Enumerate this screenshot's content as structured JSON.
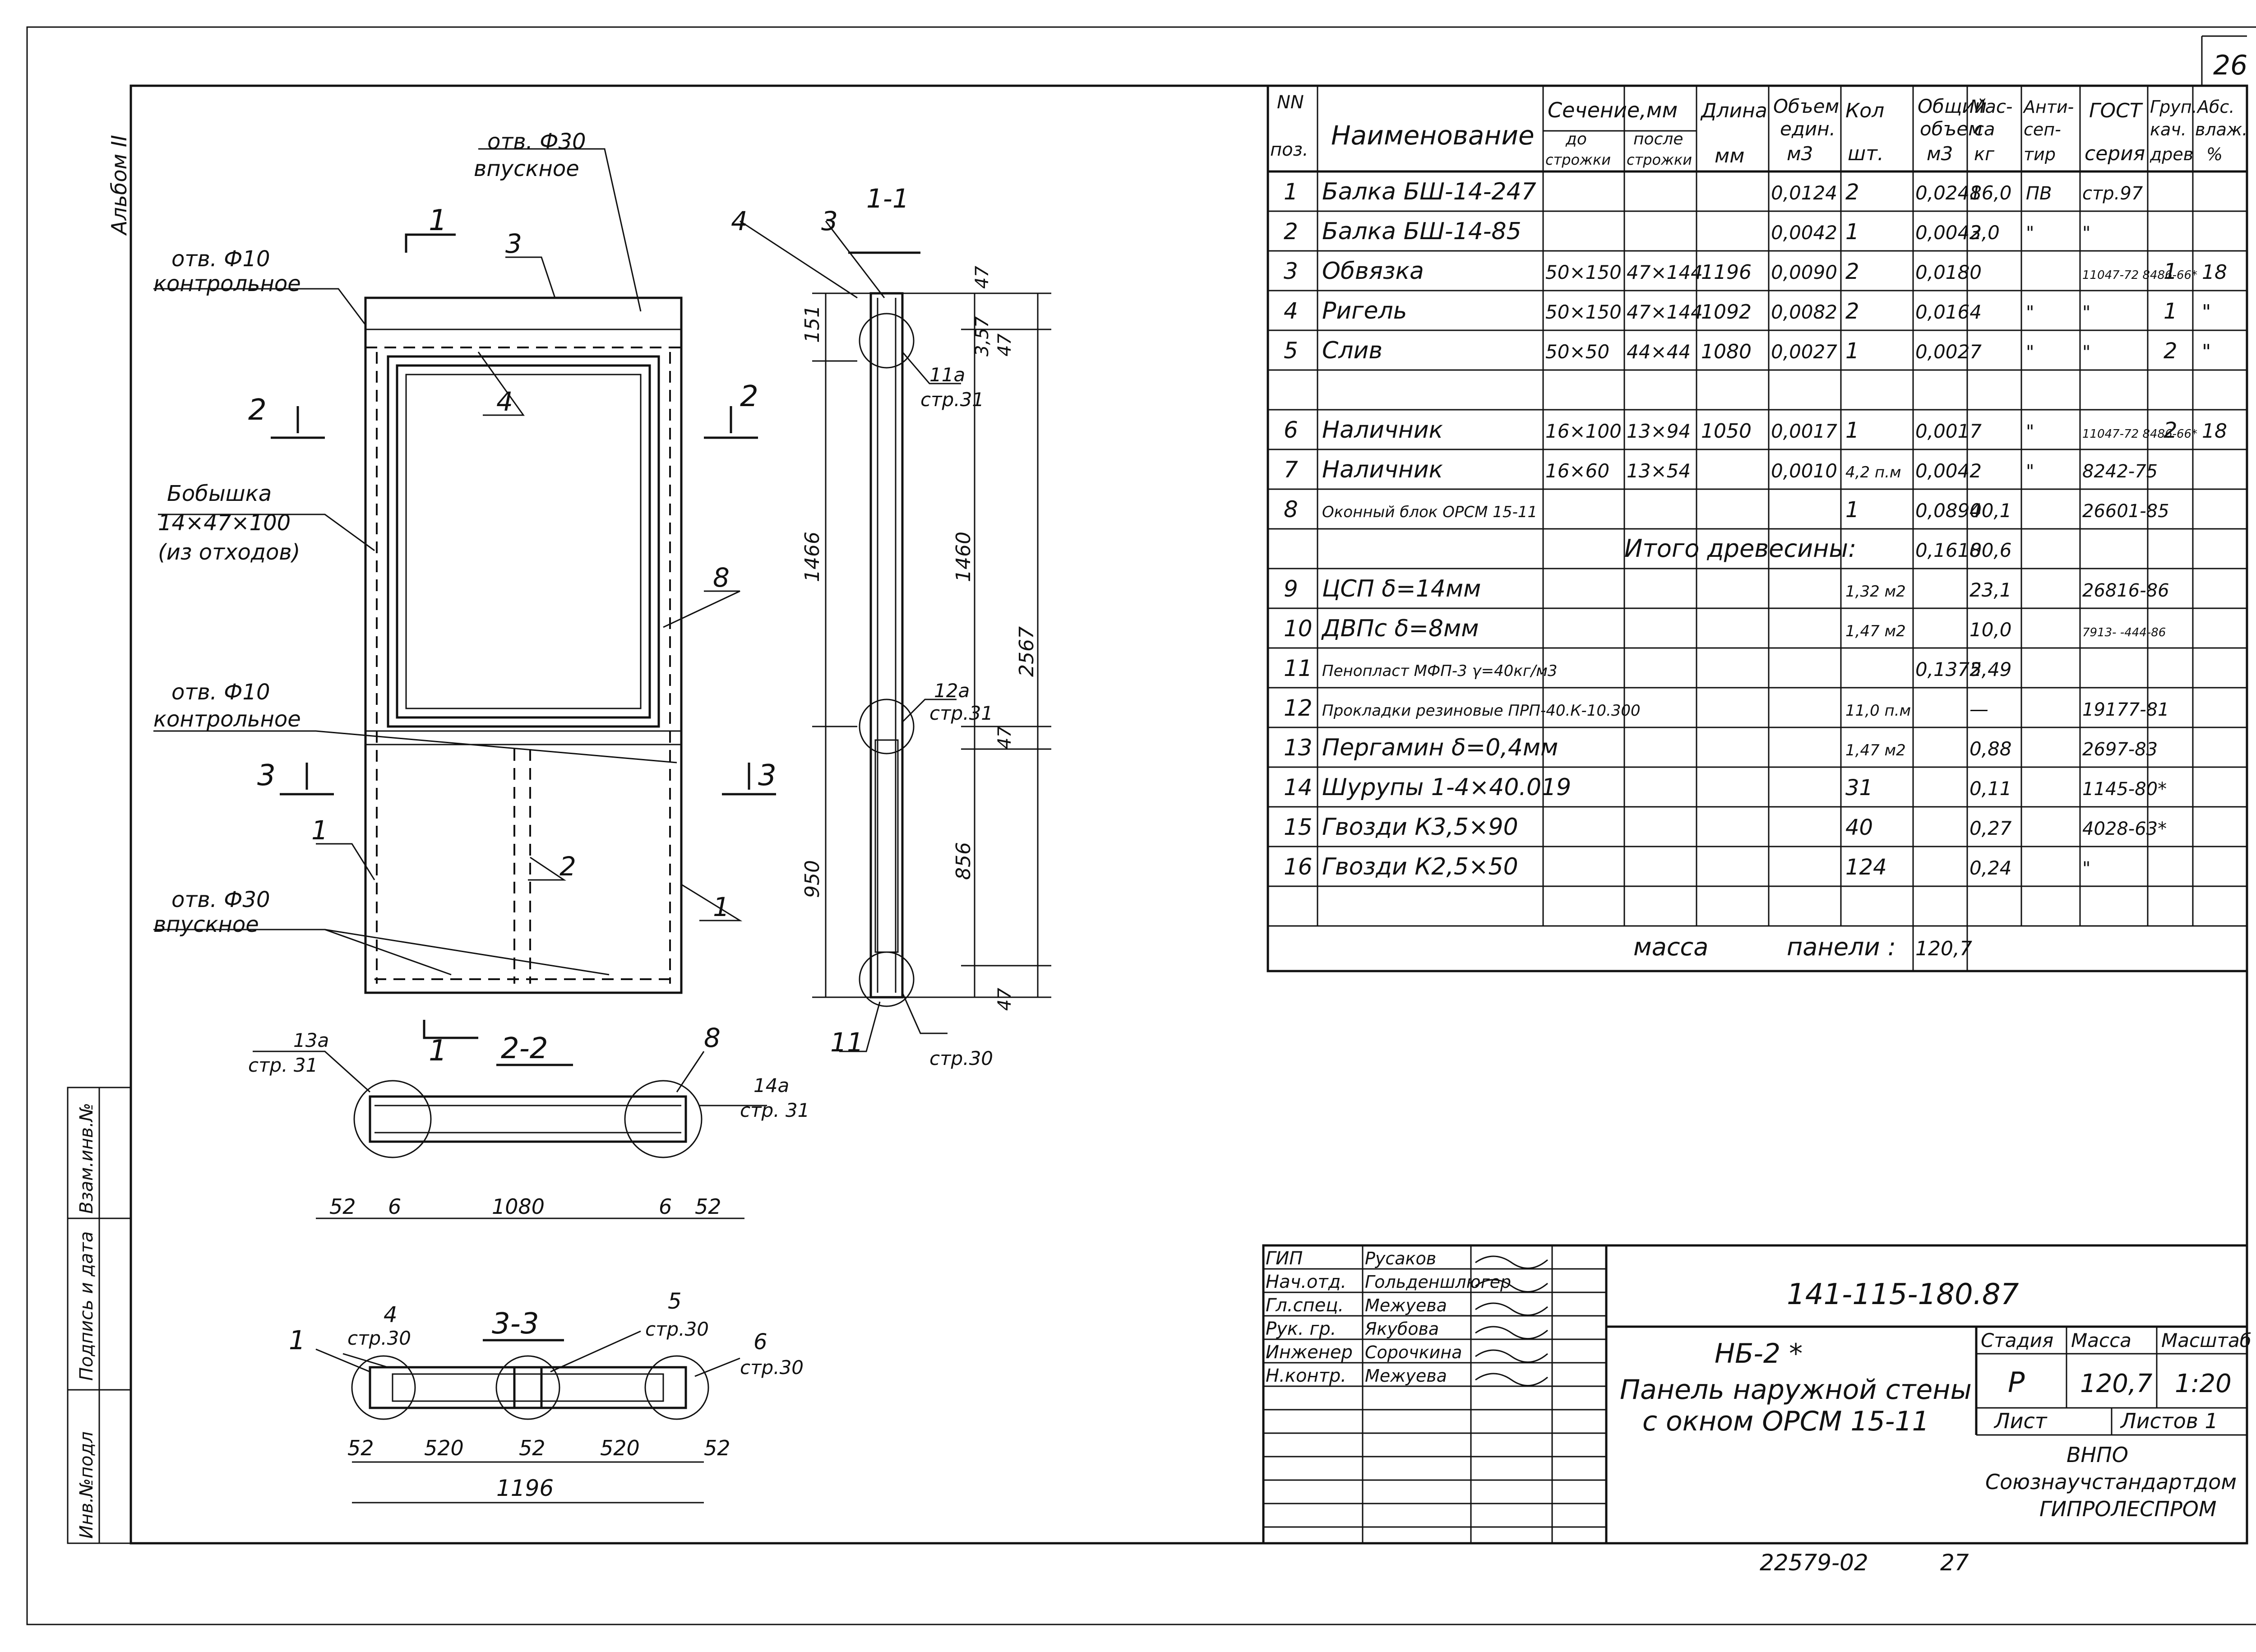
{
  "sheet": {
    "number": "26",
    "album": "Альбом II",
    "code": "141-115-180.87",
    "footer_left": "22579-02",
    "footer_right": "27"
  },
  "side_stamp": [
    "Инв.№подл",
    "Подпись и дата",
    "Взам.инв.№"
  ],
  "drawing": {
    "labels": {
      "hole30_top": "отв. Ф30",
      "hole30_top_b": "впускное",
      "hole10_top": "отв. Ф10",
      "hole10_top_b": "контрольное",
      "bobyshka": "Бобышка",
      "bobyshka_dim": "14×47×100",
      "bobyshka_note": "(из отходов)",
      "hole10_mid": "отв. Ф10",
      "hole10_mid_b": "контрольное",
      "hole30_bot": "отв. Ф30",
      "hole30_bot_b": "впускное",
      "cut11": "1-1",
      "cut22": "2-2",
      "cut33": "3-3",
      "c1": "1",
      "c2": "2",
      "c3": "3",
      "p1": "1",
      "p2": "2",
      "p3": "3",
      "p4": "4",
      "p8": "8",
      "p1b": "1",
      "p2b": "2",
      "p1c": "1",
      "s4": "4",
      "s3": "3",
      "s11": "11",
      "s3b": "3",
      "ref11a": "11а",
      "ref11a_b": "стр.31",
      "ref12a": "12а",
      "ref12a_b": "стр.31",
      "ref3": "стр.30",
      "ref13a": "13а",
      "ref13a_b": "стр. 31",
      "ref14a": "14а",
      "ref14a_b": "стр. 31",
      "ref8": "8",
      "s1_33": "1",
      "ref4": "4",
      "ref4b": "стр.30",
      "ref5": "5",
      "ref5b": "стр.30",
      "ref6": "6",
      "ref6b": "стр.30",
      "d151": "151",
      "d1466": "1466",
      "d950": "950",
      "d47a": "47",
      "d57": "3,57",
      "d47b": "47",
      "d1460": "1460",
      "d2567": "2567",
      "d47c": "47",
      "d856": "856",
      "d47d": "47",
      "d52a": "52",
      "d6a": "6",
      "d1080": "1080",
      "d6b": "6",
      "d52b": "52",
      "d52c": "52",
      "d520a": "520",
      "d52d": "52",
      "d520b": "520",
      "d52e": "52",
      "d1196": "1196"
    }
  },
  "spec": {
    "headers": {
      "nn": "NN",
      "poz": "поз.",
      "name": "Наименование",
      "sec": "Сечение,мм",
      "sec_do": "до",
      "sec_do2": "строжки",
      "sec_after": "после",
      "sec_after2": "строжки",
      "len": "Длина",
      "len2": "мм",
      "vol": "Объем",
      "vol2": "един.",
      "vol3": "м3",
      "qty": "Кол",
      "qty2": "шт.",
      "tvol": "Общий",
      "tvol2": "объем",
      "tvol3": "м3",
      "mass": "Мас-",
      "mass2": "са",
      "mass3": "кг",
      "anti": "Анти-",
      "anti2": "сеп-",
      "anti3": "тир",
      "gost": "ГОСТ",
      "gost2": "серия",
      "grp": "Груп.",
      "grp2": "кач.",
      "grp3": "древ",
      "hum": "Абс.",
      "hum2": "влаж.",
      "hum3": "%"
    },
    "rows": [
      {
        "n": "1",
        "name": "Балка БШ-14-247",
        "do": "",
        "po": "",
        "len": "",
        "v": "0,0124",
        "q": "2",
        "tv": "0,0248",
        "m": "16,0",
        "a": "ПВ",
        "g": "стр.97",
        "gr": "",
        "h": ""
      },
      {
        "n": "2",
        "name": "Балка БШ-14-85",
        "do": "",
        "po": "",
        "len": "",
        "v": "0,0042",
        "q": "1",
        "tv": "0,0042",
        "m": "3,0",
        "a": "\"",
        "g": "\"",
        "gr": "",
        "h": ""
      },
      {
        "n": "3",
        "name": "Обвязка",
        "do": "50×150",
        "po": "47×144",
        "len": "1196",
        "v": "0,0090",
        "q": "2",
        "tv": "0,0180",
        "m": "",
        "a": "",
        "g": "11047-72 8486-66*",
        "gr": "1",
        "h": "18"
      },
      {
        "n": "4",
        "name": "Ригель",
        "do": "50×150",
        "po": "47×144",
        "len": "1092",
        "v": "0,0082",
        "q": "2",
        "tv": "0,0164",
        "m": "",
        "a": "\"",
        "g": "\"",
        "gr": "1",
        "h": "\""
      },
      {
        "n": "5",
        "name": "Слив",
        "do": "50×50",
        "po": "44×44",
        "len": "1080",
        "v": "0,0027",
        "q": "1",
        "tv": "0,0027",
        "m": "",
        "a": "\"",
        "g": "\"",
        "gr": "2",
        "h": "\""
      },
      {
        "n": "",
        "name": "",
        "do": "",
        "po": "",
        "len": "",
        "v": "",
        "q": "",
        "tv": "",
        "m": "",
        "a": "",
        "g": "",
        "gr": "",
        "h": ""
      },
      {
        "n": "6",
        "name": "Наличник",
        "do": "16×100",
        "po": "13×94",
        "len": "1050",
        "v": "0,0017",
        "q": "1",
        "tv": "0,0017",
        "m": "",
        "a": "\"",
        "g": "11047-72 8486-66*",
        "gr": "2",
        "h": "18"
      },
      {
        "n": "7",
        "name": "Наличник",
        "do": "16×60",
        "po": "13×54",
        "len": "",
        "v": "0,0010",
        "q": "4,2 п.м",
        "tv": "0,0042",
        "m": "",
        "a": "\"",
        "g": "8242-75",
        "gr": "",
        "h": ""
      },
      {
        "n": "8",
        "name": "Оконный блок ОРСМ 15-11",
        "do": "",
        "po": "",
        "len": "",
        "v": "",
        "q": "1",
        "tv": "0,0890",
        "m": "40,1",
        "a": "",
        "g": "26601-85",
        "gr": "",
        "h": ""
      },
      {
        "n": "",
        "name": "Итого древесины:",
        "do": "",
        "po": "",
        "len": "",
        "v": "",
        "q": "",
        "tv": "0,1610",
        "m": "80,6",
        "a": "",
        "g": "",
        "gr": "",
        "h": ""
      },
      {
        "n": "9",
        "name": "ЦСП  δ=14мм",
        "do": "",
        "po": "",
        "len": "",
        "v": "",
        "q": "1,32 м2",
        "tv": "",
        "m": "23,1",
        "a": "",
        "g": "26816-86",
        "gr": "",
        "h": ""
      },
      {
        "n": "10",
        "name": "ДВПс  δ=8мм",
        "do": "",
        "po": "",
        "len": "",
        "v": "",
        "q": "1,47 м2",
        "tv": "",
        "m": "10,0",
        "a": "",
        "g": "7913- -444-86",
        "gr": "",
        "h": ""
      },
      {
        "n": "11",
        "name": "Пенопласт МФП-3 γ=40кг/м3",
        "do": "",
        "po": "",
        "len": "",
        "v": "",
        "q": "",
        "tv": "0,1372",
        "m": "5,49",
        "a": "",
        "g": "",
        "gr": "",
        "h": ""
      },
      {
        "n": "12",
        "name": "Прокладки резиновые ПРП-40.К-10.300",
        "do": "",
        "po": "",
        "len": "",
        "v": "",
        "q": "11,0 п.м",
        "tv": "",
        "m": "—",
        "a": "",
        "g": "19177-81",
        "gr": "",
        "h": ""
      },
      {
        "n": "13",
        "name": "Пергамин δ=0,4мм",
        "do": "",
        "po": "",
        "len": "",
        "v": "",
        "q": "1,47 м2",
        "tv": "",
        "m": "0,88",
        "a": "",
        "g": "2697-83",
        "gr": "",
        "h": ""
      },
      {
        "n": "14",
        "name": "Шурупы 1-4×40.019",
        "do": "",
        "po": "",
        "len": "",
        "v": "",
        "q": "31",
        "tv": "",
        "m": "0,11",
        "a": "",
        "g": "1145-80*",
        "gr": "",
        "h": ""
      },
      {
        "n": "15",
        "name": "Гвозди  К3,5×90",
        "do": "",
        "po": "",
        "len": "",
        "v": "",
        "q": "40",
        "tv": "",
        "m": "0,27",
        "a": "",
        "g": "4028-63*",
        "gr": "",
        "h": ""
      },
      {
        "n": "16",
        "name": "Гвозди  К2,5×50",
        "do": "",
        "po": "",
        "len": "",
        "v": "",
        "q": "124",
        "tv": "",
        "m": "0,24",
        "a": "",
        "g": "\"",
        "gr": "",
        "h": ""
      },
      {
        "n": "",
        "name": "",
        "do": "",
        "po": "",
        "len": "",
        "v": "",
        "q": "",
        "tv": "",
        "m": "",
        "a": "",
        "g": "",
        "gr": "",
        "h": ""
      }
    ],
    "mass_label_a": "масса",
    "mass_label_b": "панели :",
    "mass_total": "120,7"
  },
  "title_block": {
    "roles": [
      {
        "role": "ГИП",
        "name": "Русаков"
      },
      {
        "role": "Нач.отд.",
        "name": "Гольденшлюгер"
      },
      {
        "role": "Гл.спец.",
        "name": "Межуева"
      },
      {
        "role": "Рук. гр.",
        "name": "Якубова"
      },
      {
        "role": "Инженер",
        "name": "Сорочкина"
      },
      {
        "role": "Н.контр.",
        "name": "Межуева"
      }
    ],
    "mark": "НБ-2 *",
    "title1": "Панель наружной стены",
    "title2": "с окном ОРСМ 15-11",
    "stage_h": "Стадия",
    "mass_h": "Масса",
    "scale_h": "Масштаб",
    "stage": "Р",
    "mass": "120,7",
    "scale": "1:20",
    "sheet_h": "Лист",
    "sheets_h": "Листов 1",
    "org1": "ВНПО",
    "org2": "Союзнаучстандартдом",
    "org3": "ГИПРОЛЕСПРОМ"
  }
}
